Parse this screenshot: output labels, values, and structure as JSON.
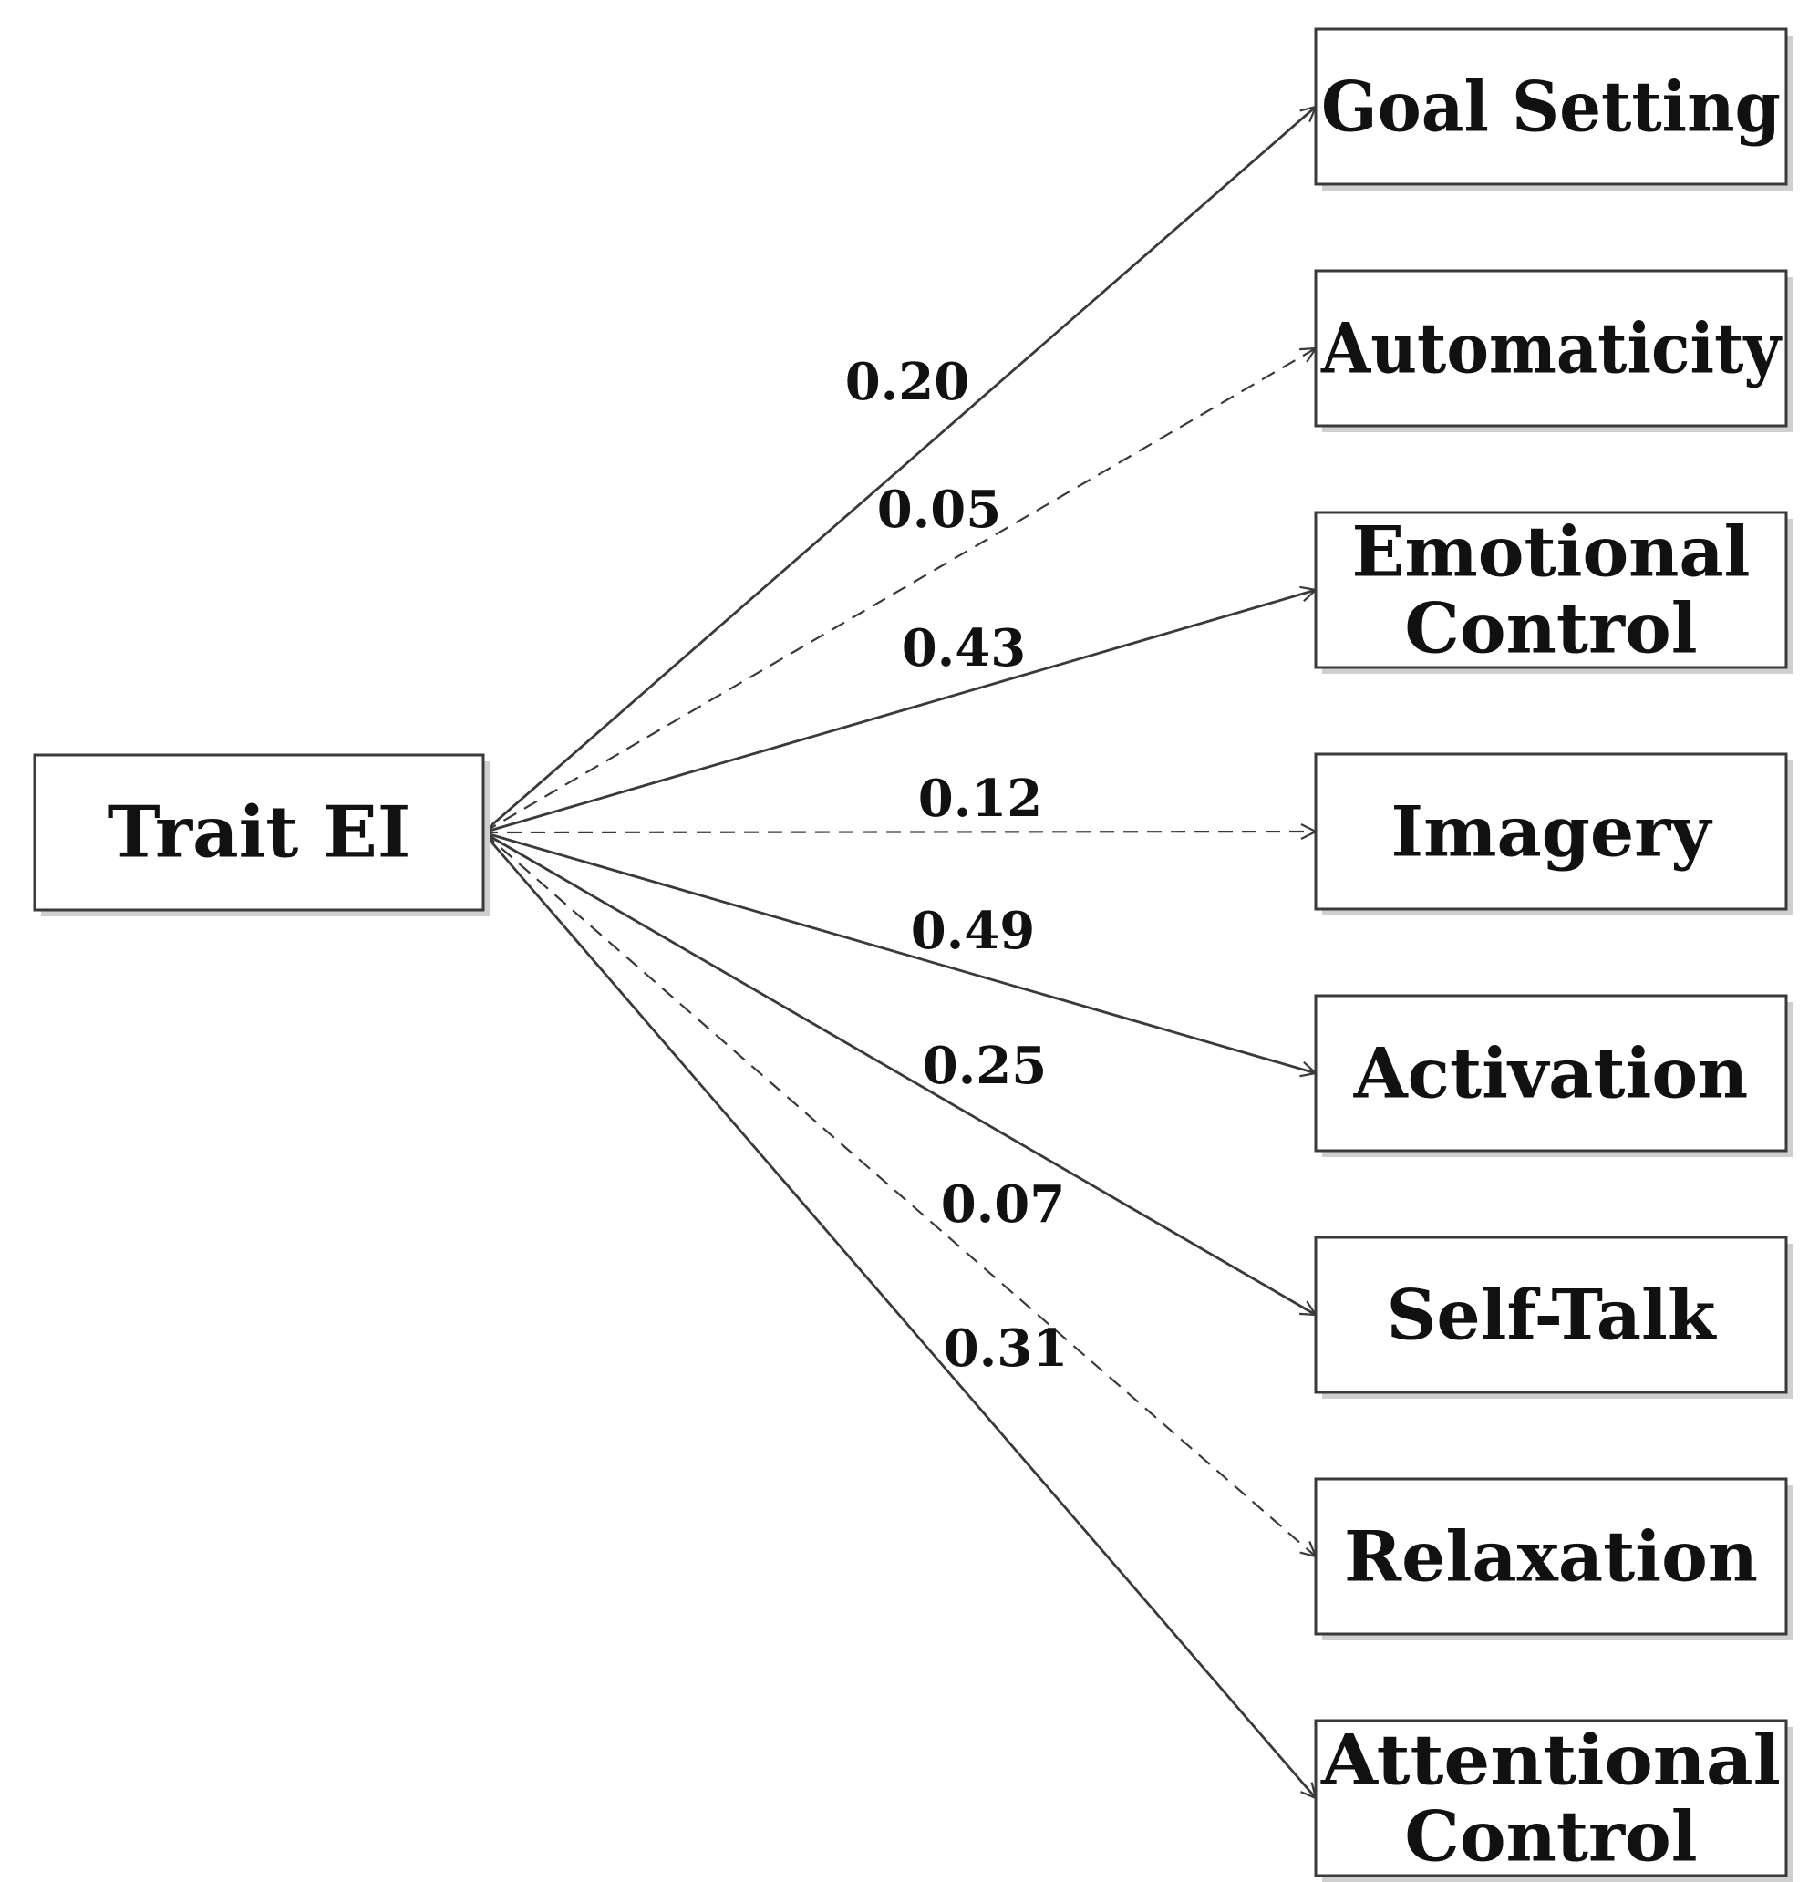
{
  "source": {
    "id": "trait-ei",
    "label": "Trait EI"
  },
  "targets": [
    {
      "id": "goal-setting",
      "lines": [
        "Goal Setting"
      ]
    },
    {
      "id": "automaticity",
      "lines": [
        "Automaticity"
      ]
    },
    {
      "id": "emotional-control",
      "lines": [
        "Emotional",
        "Control"
      ]
    },
    {
      "id": "imagery",
      "lines": [
        "Imagery"
      ]
    },
    {
      "id": "activation",
      "lines": [
        "Activation"
      ]
    },
    {
      "id": "self-talk",
      "lines": [
        "Self-Talk"
      ]
    },
    {
      "id": "relaxation",
      "lines": [
        "Relaxation"
      ]
    },
    {
      "id": "attentional-control",
      "lines": [
        "Attentional",
        "Control"
      ]
    }
  ],
  "paths": [
    {
      "target": "goal-setting",
      "coefficient": "0.20",
      "style": "solid"
    },
    {
      "target": "automaticity",
      "coefficient": "0.05",
      "style": "dashed"
    },
    {
      "target": "emotional-control",
      "coefficient": "0.43",
      "style": "solid"
    },
    {
      "target": "imagery",
      "coefficient": "0.12",
      "style": "dashed"
    },
    {
      "target": "activation",
      "coefficient": "0.49",
      "style": "solid"
    },
    {
      "target": "self-talk",
      "coefficient": "0.25",
      "style": "solid"
    },
    {
      "target": "relaxation",
      "coefficient": "0.07",
      "style": "dashed"
    },
    {
      "target": "attentional-control",
      "coefficient": "0.31",
      "style": "solid"
    }
  ],
  "colors": {
    "line": "#3a3a3a",
    "box_border": "#3a3a3a",
    "box_fill": "#ffffff",
    "shadow": "#cfcfcf",
    "text": "#111111"
  }
}
